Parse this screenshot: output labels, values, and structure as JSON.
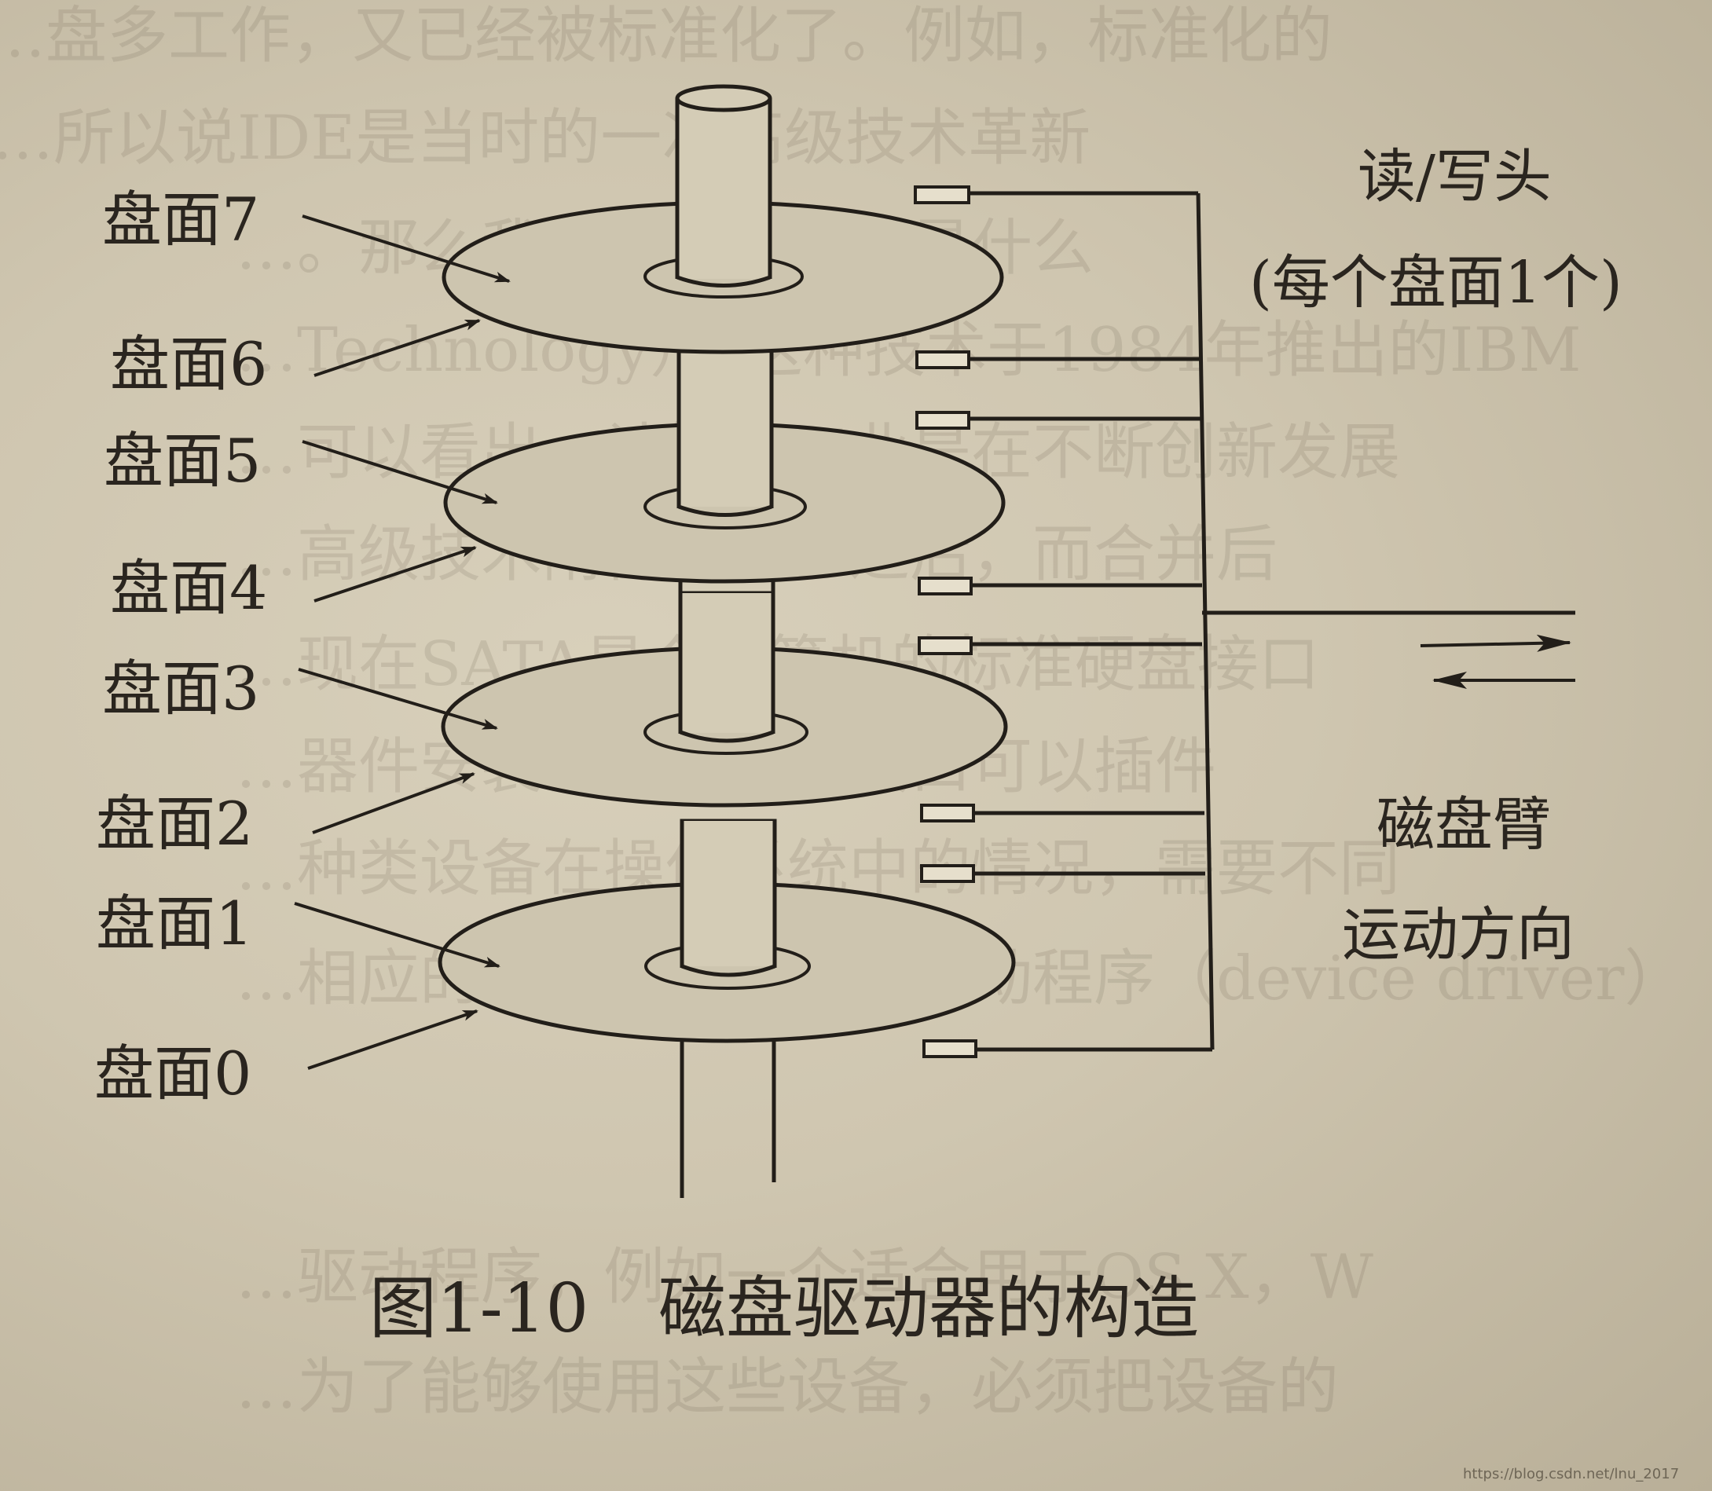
{
  "figure": {
    "platters": [
      {
        "label": "盘面7"
      },
      {
        "label": "盘面6"
      },
      {
        "label": "盘面5"
      },
      {
        "label": "盘面4"
      },
      {
        "label": "盘面3"
      },
      {
        "label": "盘面2"
      },
      {
        "label": "盘面1"
      },
      {
        "label": "盘面0"
      }
    ],
    "heads_label": "读/写头",
    "heads_sublabel": "(每个盘面1个)",
    "arm_label_line1": "磁盘臂",
    "arm_label_line2": "运动方向",
    "caption_number": "图1-10",
    "caption_title": "磁盘驱动器的构造"
  },
  "background_text": [
    "…盘多工作，又已经被标准化了。例如，标准化的",
    "…所以说IDE是当时的一次高级技术革新",
    "…。那么我们在说的ATA是什么",
    "…Technology），这种技术于1984年推出的IBM",
    "…可以看出，计算机工业是在不断创新发展",
    "…高级技术附件的推广之后，而合并后",
    "…现在SATA是个计算机的标准硬盘接口",
    "…器件安装驱动程序的接口可以插件",
    "…种类设备在操作系统中的情况，需要不同",
    "…相应的软件，就是设备驱动程序（device driver）",
    "…驱动程序，例如一个适合用于OS X，W",
    "…为了能够使用这些设备，必须把设备的"
  ],
  "watermark": "https://blog.csdn.net/lnu_2017"
}
